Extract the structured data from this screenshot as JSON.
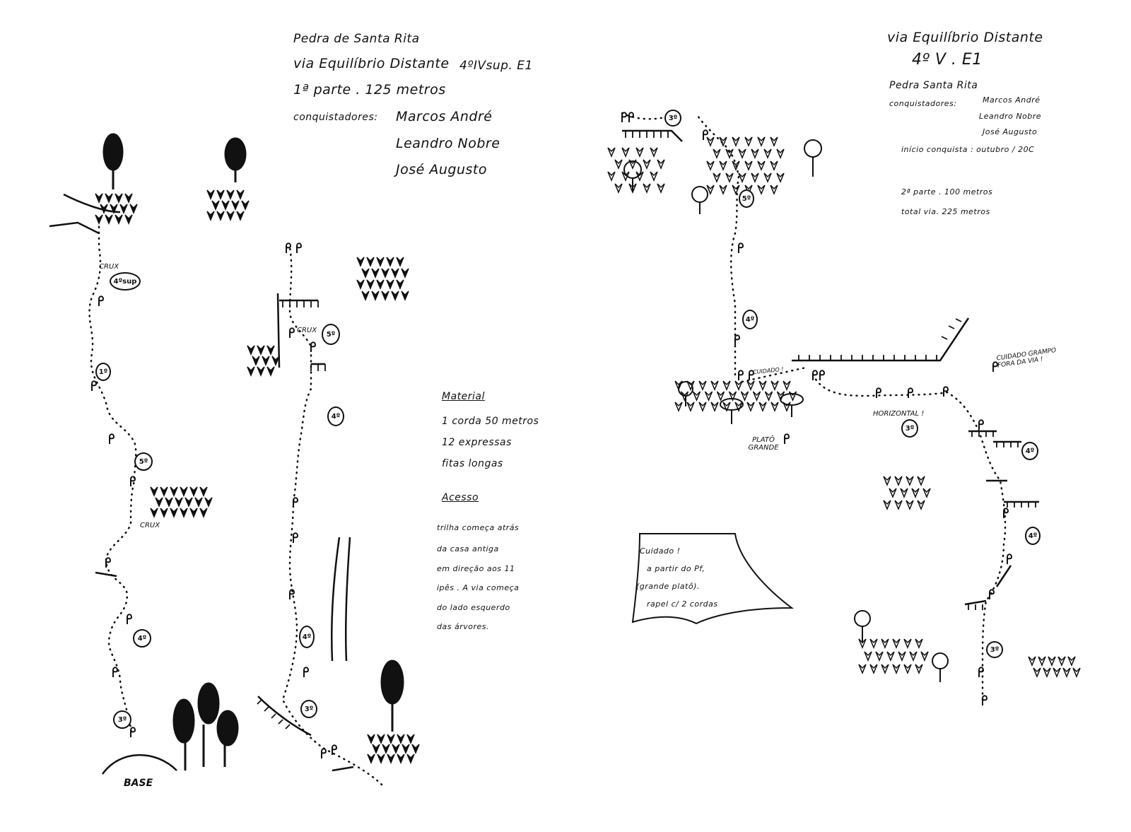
{
  "left_header": {
    "line1": "Pedra de Santa Rita",
    "line2": "via Equilíbrio Distante",
    "grade": "4ºIVsup. E1",
    "line3": "1ª parte . 125 metros",
    "conquistadores_label": "conquistadores:",
    "names": [
      "Marcos André",
      "Leandro Nobre",
      "José Augusto"
    ]
  },
  "right_header": {
    "line1": "via Equilíbrio Distante",
    "grade": "4º V . E1",
    "line2": "Pedra Santa Rita",
    "conquistadores_label": "conquistadores:",
    "names": [
      "Marcos André",
      "Leandro Nobre",
      "José Augusto"
    ],
    "inicio": "início conquista : outubro / 20C",
    "parte2": "2ª parte . 100 metros",
    "total": "total via. 225 metros"
  },
  "material": {
    "title": "Material",
    "items": [
      "1 corda 50 metros",
      "12 expressas",
      "fitas longas"
    ]
  },
  "acesso": {
    "title": "Acesso",
    "lines": [
      "trilha começa atrás",
      "da casa antiga",
      "em direção aos 11",
      "ipês . A via começa",
      "do lado esquerdo",
      "das árvores."
    ]
  },
  "caution_box": {
    "lines": [
      "Cuidado !",
      "a partir do Pf,",
      "(grande platô).",
      "rapel c/ 2 cordas"
    ]
  },
  "labels": {
    "base": "BASE",
    "crux1": "CRUX",
    "crux2": "CRUX",
    "crux3": "CRUX",
    "plato_grande": "PLATÔ GRANDE",
    "horizontal": "HORIZONTAL !",
    "cuidado_grampo": "CUIDADO GRAMPO FORA DA VIA !",
    "cuidado_small": "CUIDADO !"
  },
  "grade_markers": {
    "left_route": [
      "3º",
      "4º",
      "5º",
      "1º",
      "4ºsup"
    ],
    "mid_route": [
      "3º",
      "4º",
      "4º",
      "5º"
    ],
    "right_route": [
      "3º",
      "4º",
      "5º",
      "4º",
      "3º",
      "4º",
      "3º"
    ]
  }
}
